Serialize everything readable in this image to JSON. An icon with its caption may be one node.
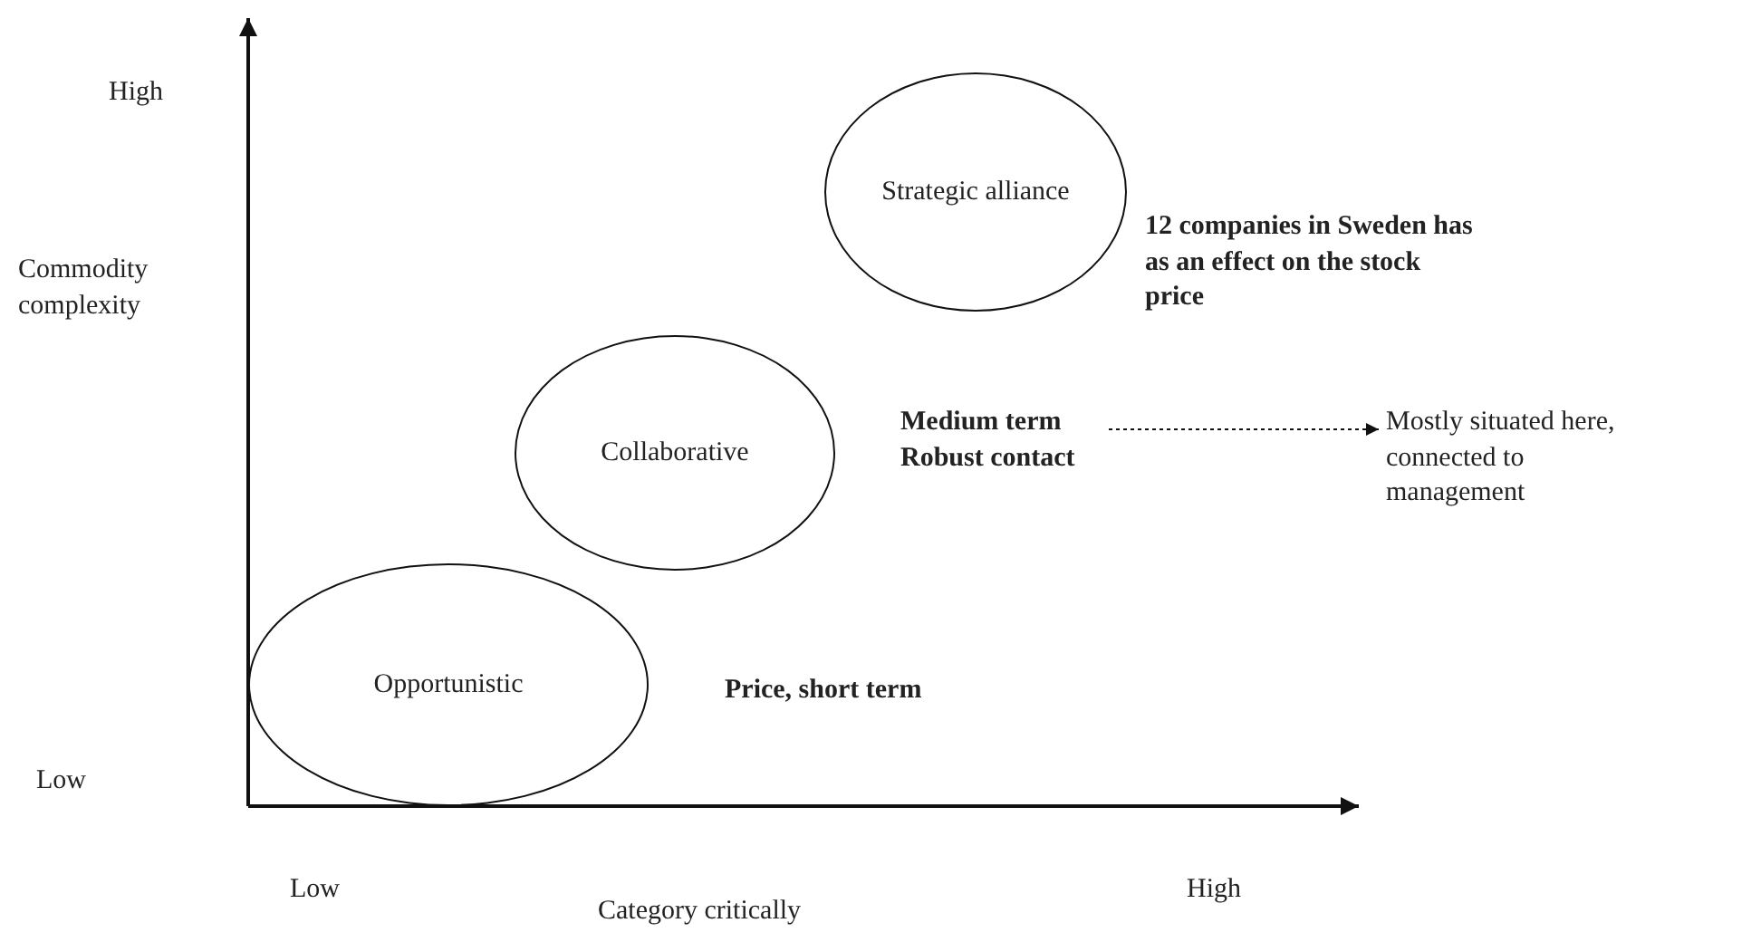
{
  "diagram": {
    "nodes": [
      {
        "text": [
          "Opportunistic"
        ]
      },
      {
        "text": [
          "Collaborative"
        ]
      },
      {
        "text": [
          "Strategic alliance"
        ]
      },
      {
        "text": [
          "Medium term Robust contact"
        ]
      },
      {
        "text": [
          "Mostly situated here, connected to management"
        ]
      }
    ],
    "edges": [
      {
        "from": 3,
        "to": 4,
        "arrow": "to",
        "style": "dashed"
      }
    ],
    "labels": [
      "High",
      "Commodity complexity",
      "12 companies in Sweden has as an effect on the stock price",
      "Price, short term",
      "Low",
      "Low",
      "Category critically",
      "High"
    ]
  }
}
